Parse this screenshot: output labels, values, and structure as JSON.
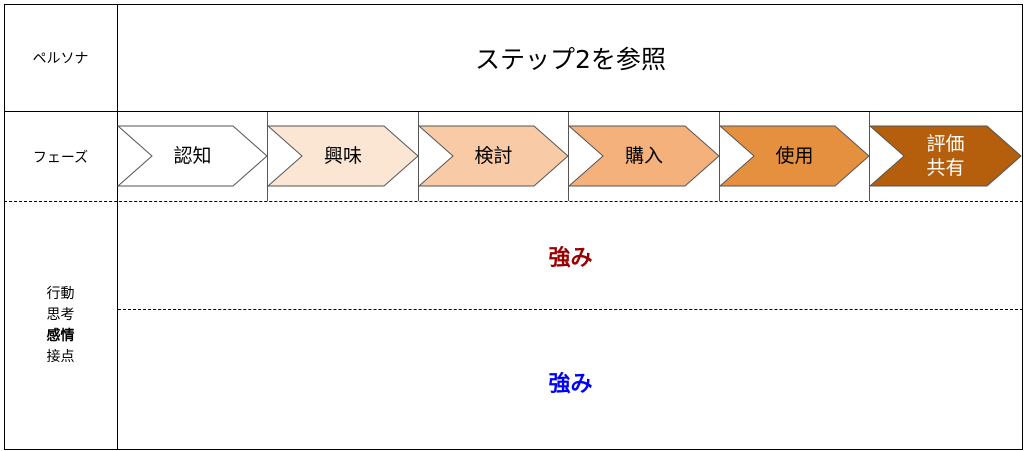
{
  "row_labels": {
    "persona": "ペルソナ",
    "phase": "フェーズ",
    "behavior_lines": [
      "行動",
      "思考",
      "感情",
      "接点"
    ]
  },
  "persona_value": "ステップ2を参照",
  "phases": [
    {
      "label": "認知",
      "color": "#ffffff",
      "text_color": "#000000"
    },
    {
      "label": "興味",
      "color": "#fbe6d4",
      "text_color": "#000000"
    },
    {
      "label": "検討",
      "color": "#f8cba6",
      "text_color": "#000000"
    },
    {
      "label": "購入",
      "color": "#f4b17b",
      "text_color": "#000000"
    },
    {
      "label": "使用",
      "color": "#e5903f",
      "text_color": "#000000"
    },
    {
      "label": "評価\n共有",
      "color": "#b55f0d",
      "text_color": "#ffffff"
    }
  ],
  "strengths": [
    {
      "label": "強み",
      "color": "#990000"
    },
    {
      "label": "強み",
      "color": "#0000ff"
    }
  ]
}
